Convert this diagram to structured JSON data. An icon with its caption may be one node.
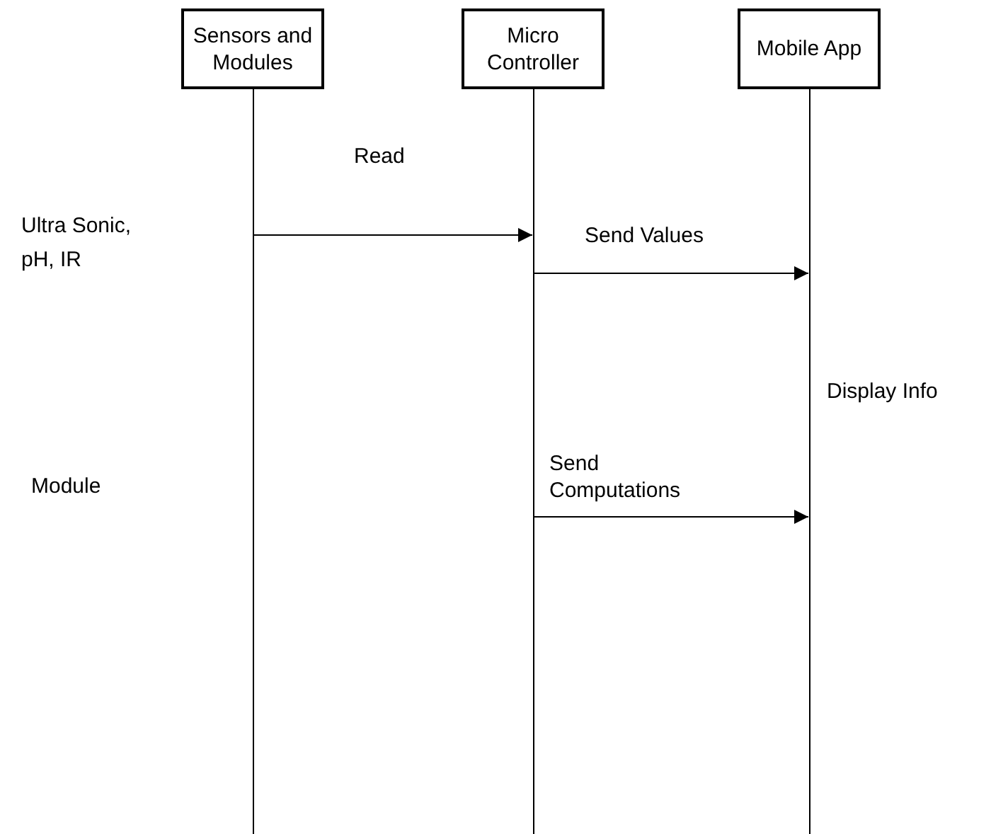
{
  "diagram": {
    "nodes": [
      {
        "text": [
          "Sensors and Modules"
        ]
      },
      {
        "text": [
          "Micro Controller"
        ]
      },
      {
        "text": [
          "Mobile App"
        ]
      }
    ],
    "edges": [
      {
        "from": 0,
        "to": 1,
        "arrow": "to",
        "label": "Read"
      },
      {
        "from": 1,
        "to": 2,
        "arrow": "to",
        "label": "Send Values"
      },
      {
        "from": 1,
        "to": 2,
        "arrow": "to",
        "label": "Send Computations"
      }
    ],
    "labels": [
      "Ultra Sonic, pH, IR",
      "Display Info",
      "Module"
    ]
  }
}
